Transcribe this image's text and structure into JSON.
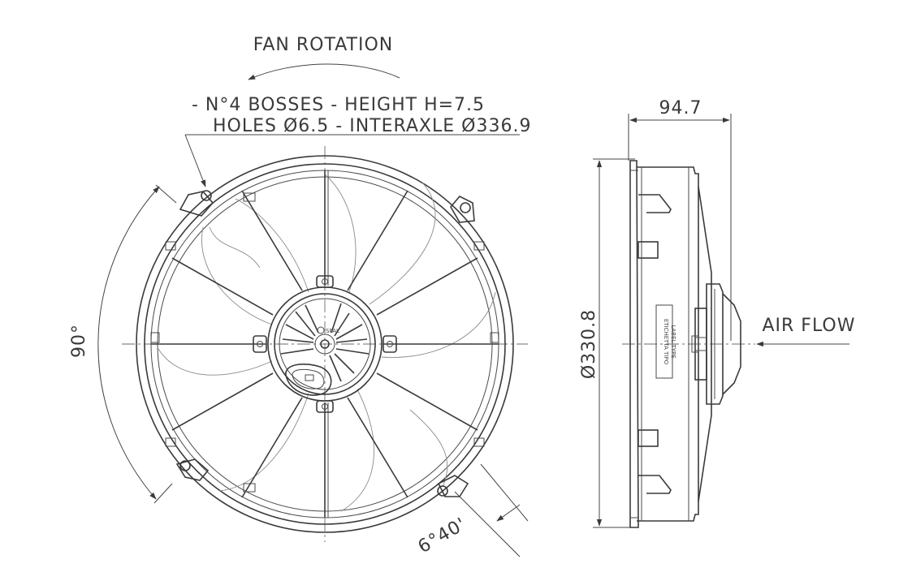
{
  "annotations": {
    "fan_rotation": "FAN ROTATION",
    "bosses_line1": "- N°4 BOSSES - HEIGHT H=7.5",
    "bosses_line2": "HOLES Ø6.5 - INTERAXLE Ø336.9",
    "depth": "94.7",
    "diameter": "Ø330.8",
    "air_flow": "AIR FLOW",
    "angle_90": "90°",
    "angle_640": "6°40'",
    "label_tag_1": "ETICHETTA TIPO",
    "label_tag_2": "LABEL TYPE"
  }
}
